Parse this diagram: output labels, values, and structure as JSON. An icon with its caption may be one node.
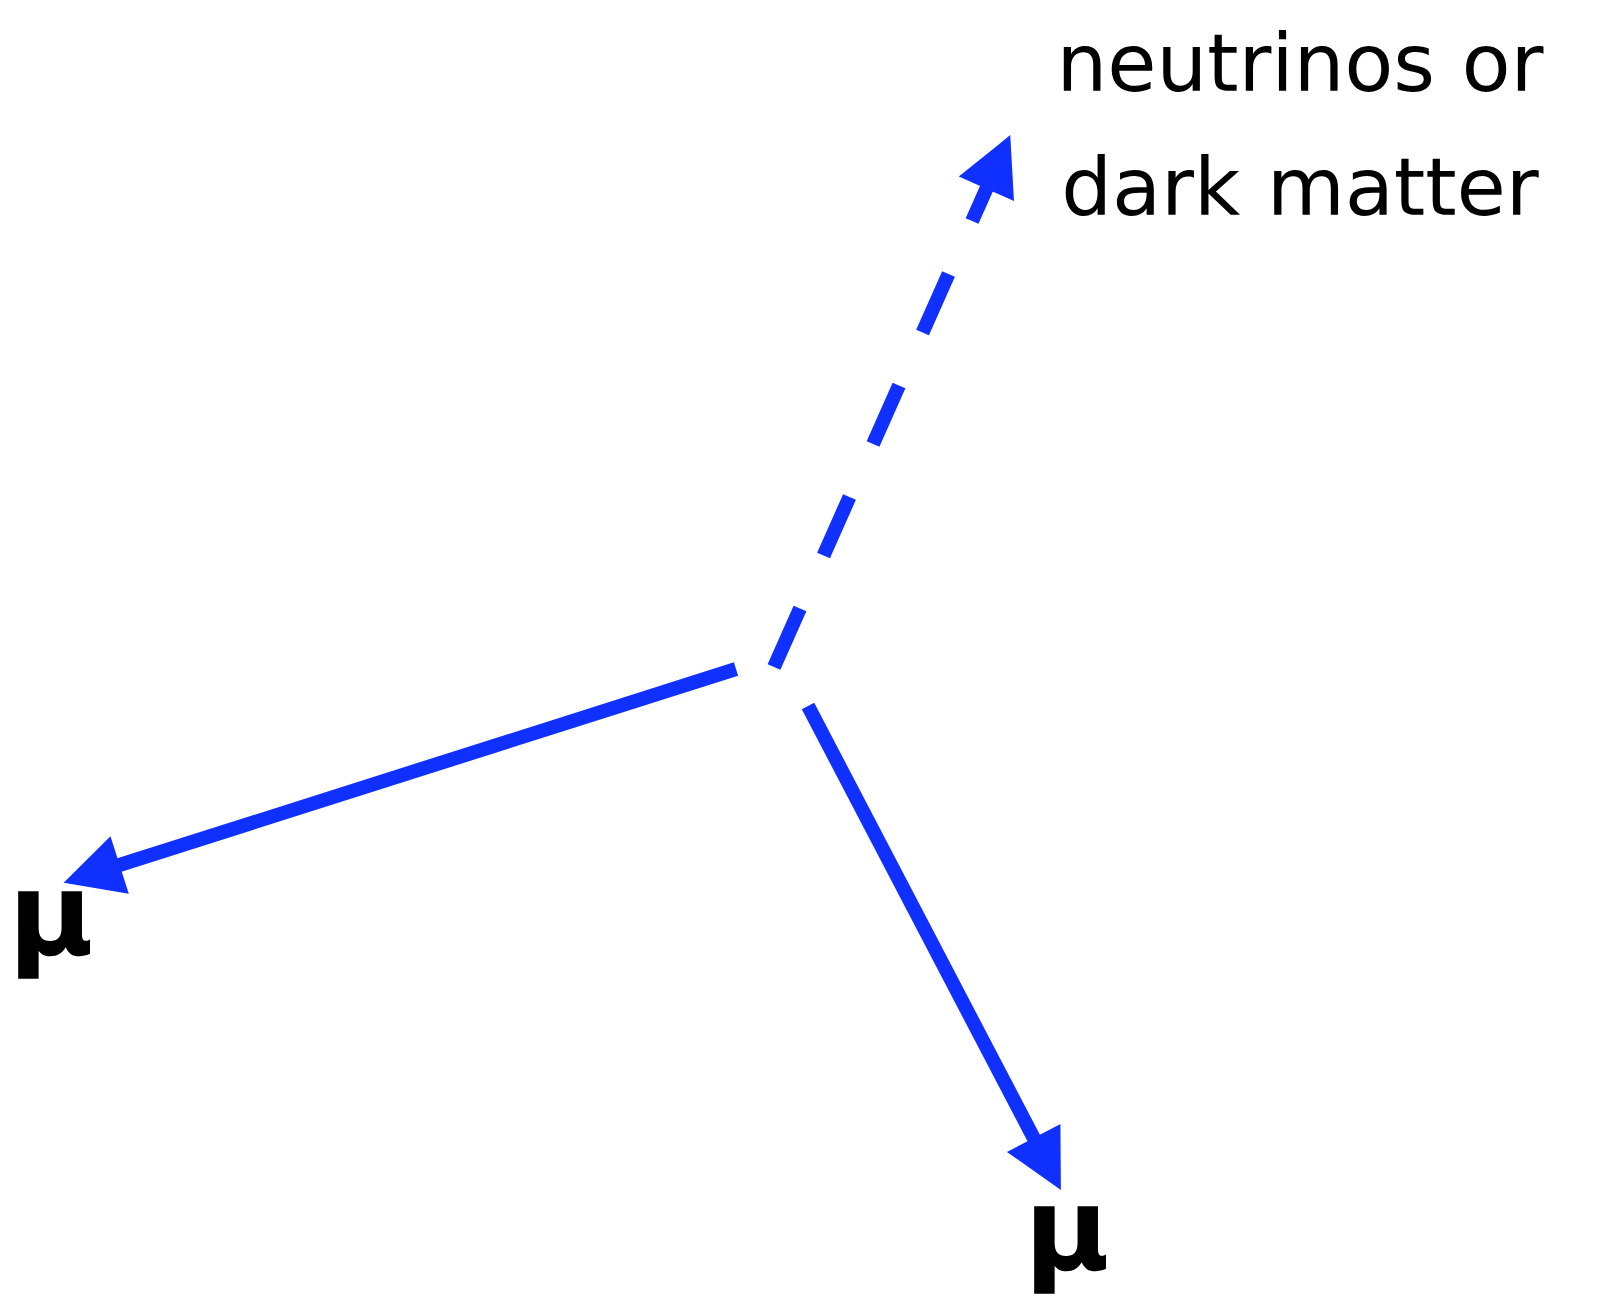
{
  "diagram": {
    "nodes": [
      {
        "text": [
          "neutrinos or dark matter"
        ]
      },
      {
        "text": [
          "μ"
        ]
      },
      {
        "text": [
          "μ"
        ]
      }
    ],
    "edges": [
      {
        "from": null,
        "to": 0,
        "arrow": "to",
        "style": "dashed"
      },
      {
        "from": null,
        "to": 1,
        "arrow": "to"
      },
      {
        "from": null,
        "to": 2,
        "arrow": "to"
      }
    ]
  }
}
